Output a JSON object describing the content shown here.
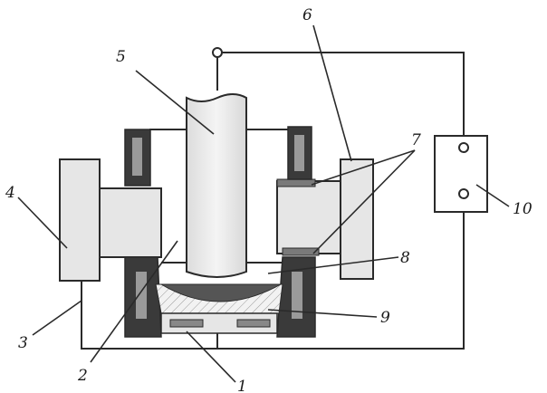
{
  "diagram": {
    "labels": {
      "l1": "1",
      "l2": "2",
      "l3": "3",
      "l4": "4",
      "l5": "5",
      "l6": "6",
      "l7": "7",
      "l8": "8",
      "l9": "9",
      "l10": "10"
    },
    "colors": {
      "line": "#2a2a2a",
      "part_fill": "#e6e6e6",
      "dark_part": "#3a3a3a",
      "slot": "#9a9a9a",
      "melt_pool": "#555555"
    }
  }
}
